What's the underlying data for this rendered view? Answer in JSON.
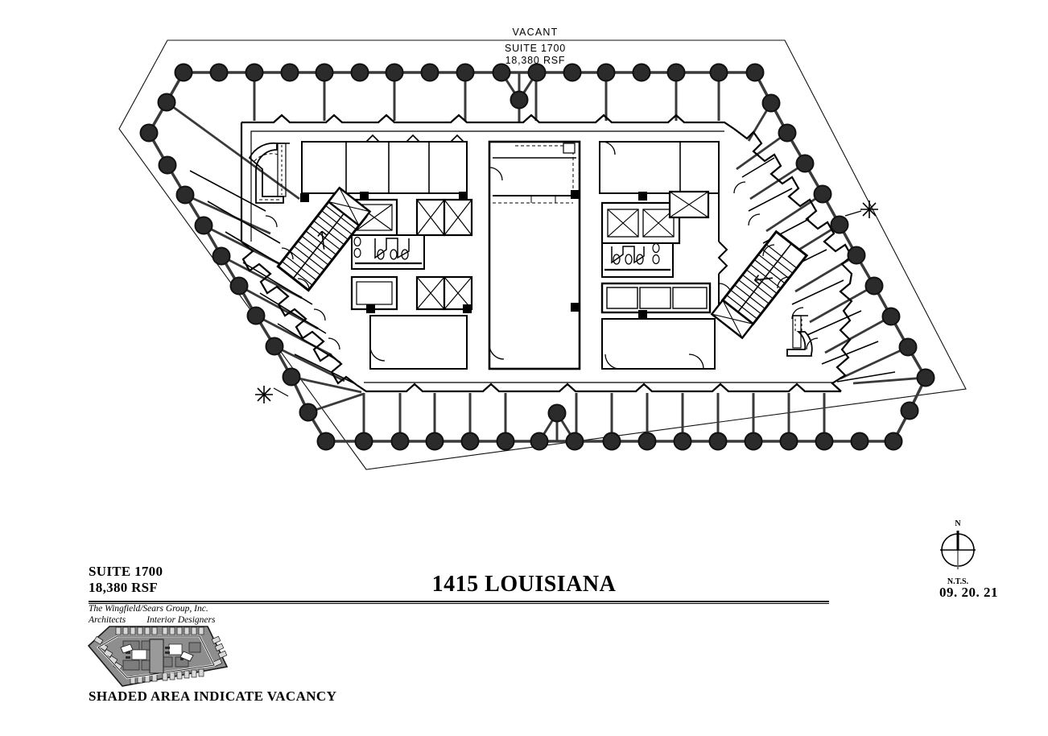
{
  "sheet": {
    "project_title": "1415 LOUISIANA",
    "date": "09. 20. 21",
    "legend": "SHADED AREA INDICATE VACANCY"
  },
  "suite_block": {
    "suite_label": "SUITE 1700",
    "area_label": "18,380 RSF"
  },
  "firm": {
    "name": "The Wingfield/Sears Group, Inc.",
    "role_1": "Architects",
    "role_2": "Interior Designers"
  },
  "north_arrow": {
    "north_label": "N",
    "scale_label": "N.T.S."
  },
  "plan_annotations": {
    "vacant": "VACANT",
    "suite": "SUITE  1700",
    "rsf": "18,380  RSF"
  },
  "colors": {
    "ink": "#000000",
    "column_fill": "#2f2f2f",
    "wall_fill": "#000000",
    "keyplan_grey": "#8e8e8e",
    "keyplan_dark": "#3a3a3a",
    "paper": "#ffffff"
  },
  "plan_elements": {
    "perimeter_columns_count": 58,
    "stairwells": 2,
    "elevator_banks": 2,
    "restroom_groups": 2,
    "star_markers": 2,
    "building_shape": "hexagonal-parallelogram"
  }
}
